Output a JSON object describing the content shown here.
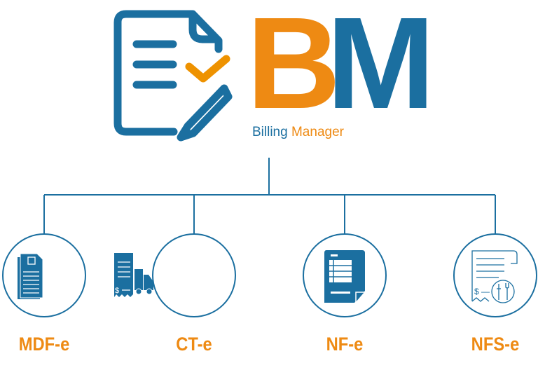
{
  "logo": {
    "letter_b": "B",
    "letter_m": "M",
    "tagline_part1": "Billing",
    "tagline_part2": "Manager"
  },
  "nodes": [
    {
      "label": "MDF-e",
      "icon": "manifest-document-icon"
    },
    {
      "label": "CT-e",
      "icon": "receipt-truck-icon"
    },
    {
      "label": "NF-e",
      "icon": "invoice-form-icon"
    },
    {
      "label": "NFS-e",
      "icon": "service-receipt-tools-icon"
    }
  ],
  "colors": {
    "blue": "#1b6fa0",
    "orange": "#ee8a13"
  }
}
